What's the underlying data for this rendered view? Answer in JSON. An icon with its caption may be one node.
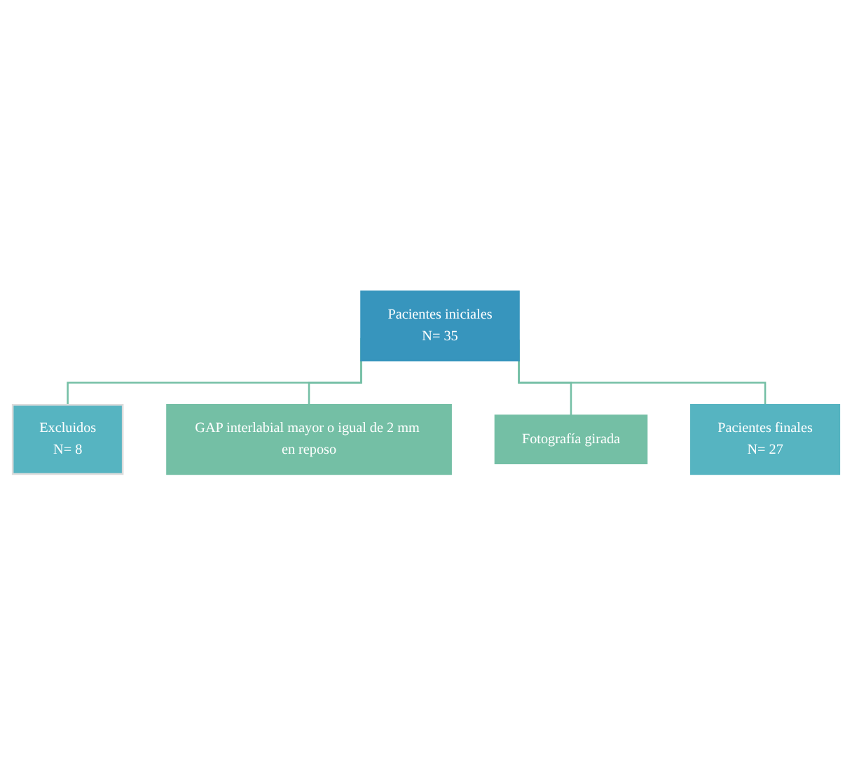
{
  "diagram": {
    "nodes": [
      {
        "text": [
          "Pacientes iniciales",
          "N= 35"
        ]
      },
      {
        "text": [
          "Excluidos",
          "N= 8"
        ]
      },
      {
        "text": [
          "GAP interlabial mayor o igual de 2 mm en reposo"
        ]
      },
      {
        "text": [
          "Fotografía girada"
        ]
      },
      {
        "text": [
          "Pacientes finales",
          "N= 27"
        ]
      }
    ],
    "edges": [
      {
        "from": 0,
        "to": 1,
        "arrow": "none"
      },
      {
        "from": 0,
        "to": 2,
        "arrow": "none"
      },
      {
        "from": 0,
        "to": 3,
        "arrow": "none"
      },
      {
        "from": 0,
        "to": 4,
        "arrow": "none"
      }
    ]
  }
}
